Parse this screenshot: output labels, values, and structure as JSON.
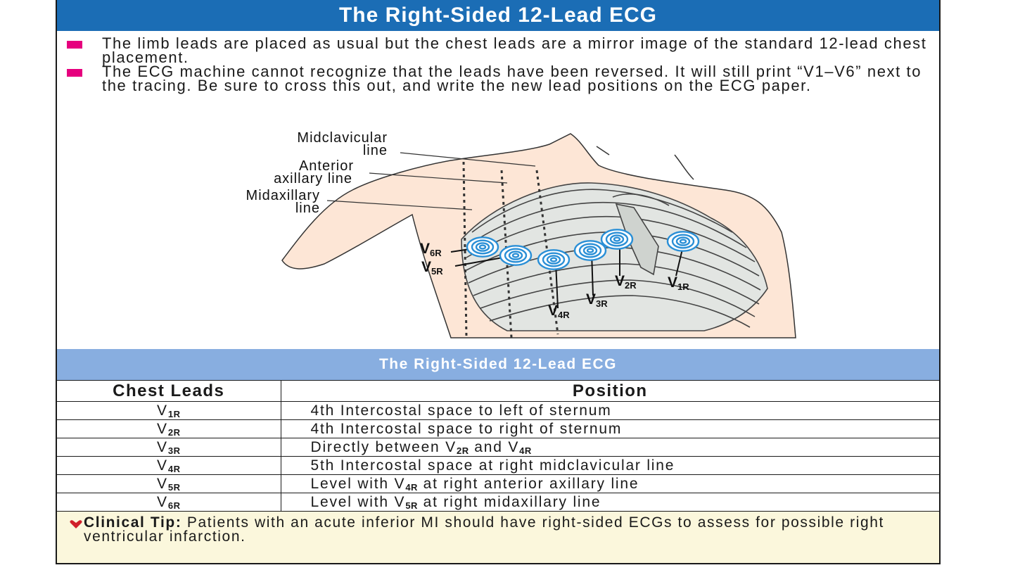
{
  "title": "The Right-Sided 12-Lead ECG",
  "bullets": [
    "The limb leads are placed as usual but the chest leads are a mirror image of the standard 12-lead chest placement.",
    "The ECG machine cannot recognize that the leads have been reversed. It will still print “V1–V6” next to the tracing. Be sure to cross this out, and write the new lead positions on the ECG paper."
  ],
  "diagram": {
    "labels": {
      "midclavicular_1": "Midclavicular",
      "midclavicular_2": "line",
      "anterior_1": "Anterior",
      "anterior_2": "axillary line",
      "midaxillary_1": "Midaxillary",
      "midaxillary_2": "line"
    },
    "leads": [
      {
        "main": "V",
        "sub": "6R"
      },
      {
        "main": "V",
        "sub": "5R"
      },
      {
        "main": "V",
        "sub": "4R"
      },
      {
        "main": "V",
        "sub": "3R"
      },
      {
        "main": "V",
        "sub": "2R"
      },
      {
        "main": "V",
        "sub": "1R"
      }
    ]
  },
  "table": {
    "caption": "The Right-Sided 12-Lead ECG",
    "headers": [
      "Chest Leads",
      "Position"
    ],
    "rows": [
      {
        "lead": "V",
        "lead_sub": "1R",
        "parts": [
          "4th Intercostal space to left of sternum"
        ]
      },
      {
        "lead": "V",
        "lead_sub": "2R",
        "parts": [
          "4th Intercostal space to right of sternum"
        ]
      },
      {
        "lead": "V",
        "lead_sub": "3R",
        "parts": [
          "Directly between V",
          "2R",
          " and V",
          "4R"
        ]
      },
      {
        "lead": "V",
        "lead_sub": "4R",
        "parts": [
          "5th Intercostal space at right midclavicular line"
        ]
      },
      {
        "lead": "V",
        "lead_sub": "5R",
        "parts": [
          "Level with V",
          "4R",
          " at right anterior axillary line"
        ]
      },
      {
        "lead": "V",
        "lead_sub": "6R",
        "parts": [
          "Level with V",
          "5R",
          " at right midaxillary line"
        ]
      }
    ]
  },
  "tip": {
    "label": "Clinical Tip:",
    "text": " Patients with an acute inferior MI should have right-sided ECGs to assess for possible right ventricular infarction."
  },
  "colors": {
    "title_bar": "#1b6db5",
    "section_bar": "#88aee0",
    "bullet_marker": "#e6007e",
    "electrode": "#2a8fd6",
    "skin": "#fde6d6",
    "tip_background": "#fbf7dc",
    "heart": "#d0202a"
  },
  "icons": {
    "bullet": "pink-square-bullet",
    "tip": "red-heart-icon"
  }
}
